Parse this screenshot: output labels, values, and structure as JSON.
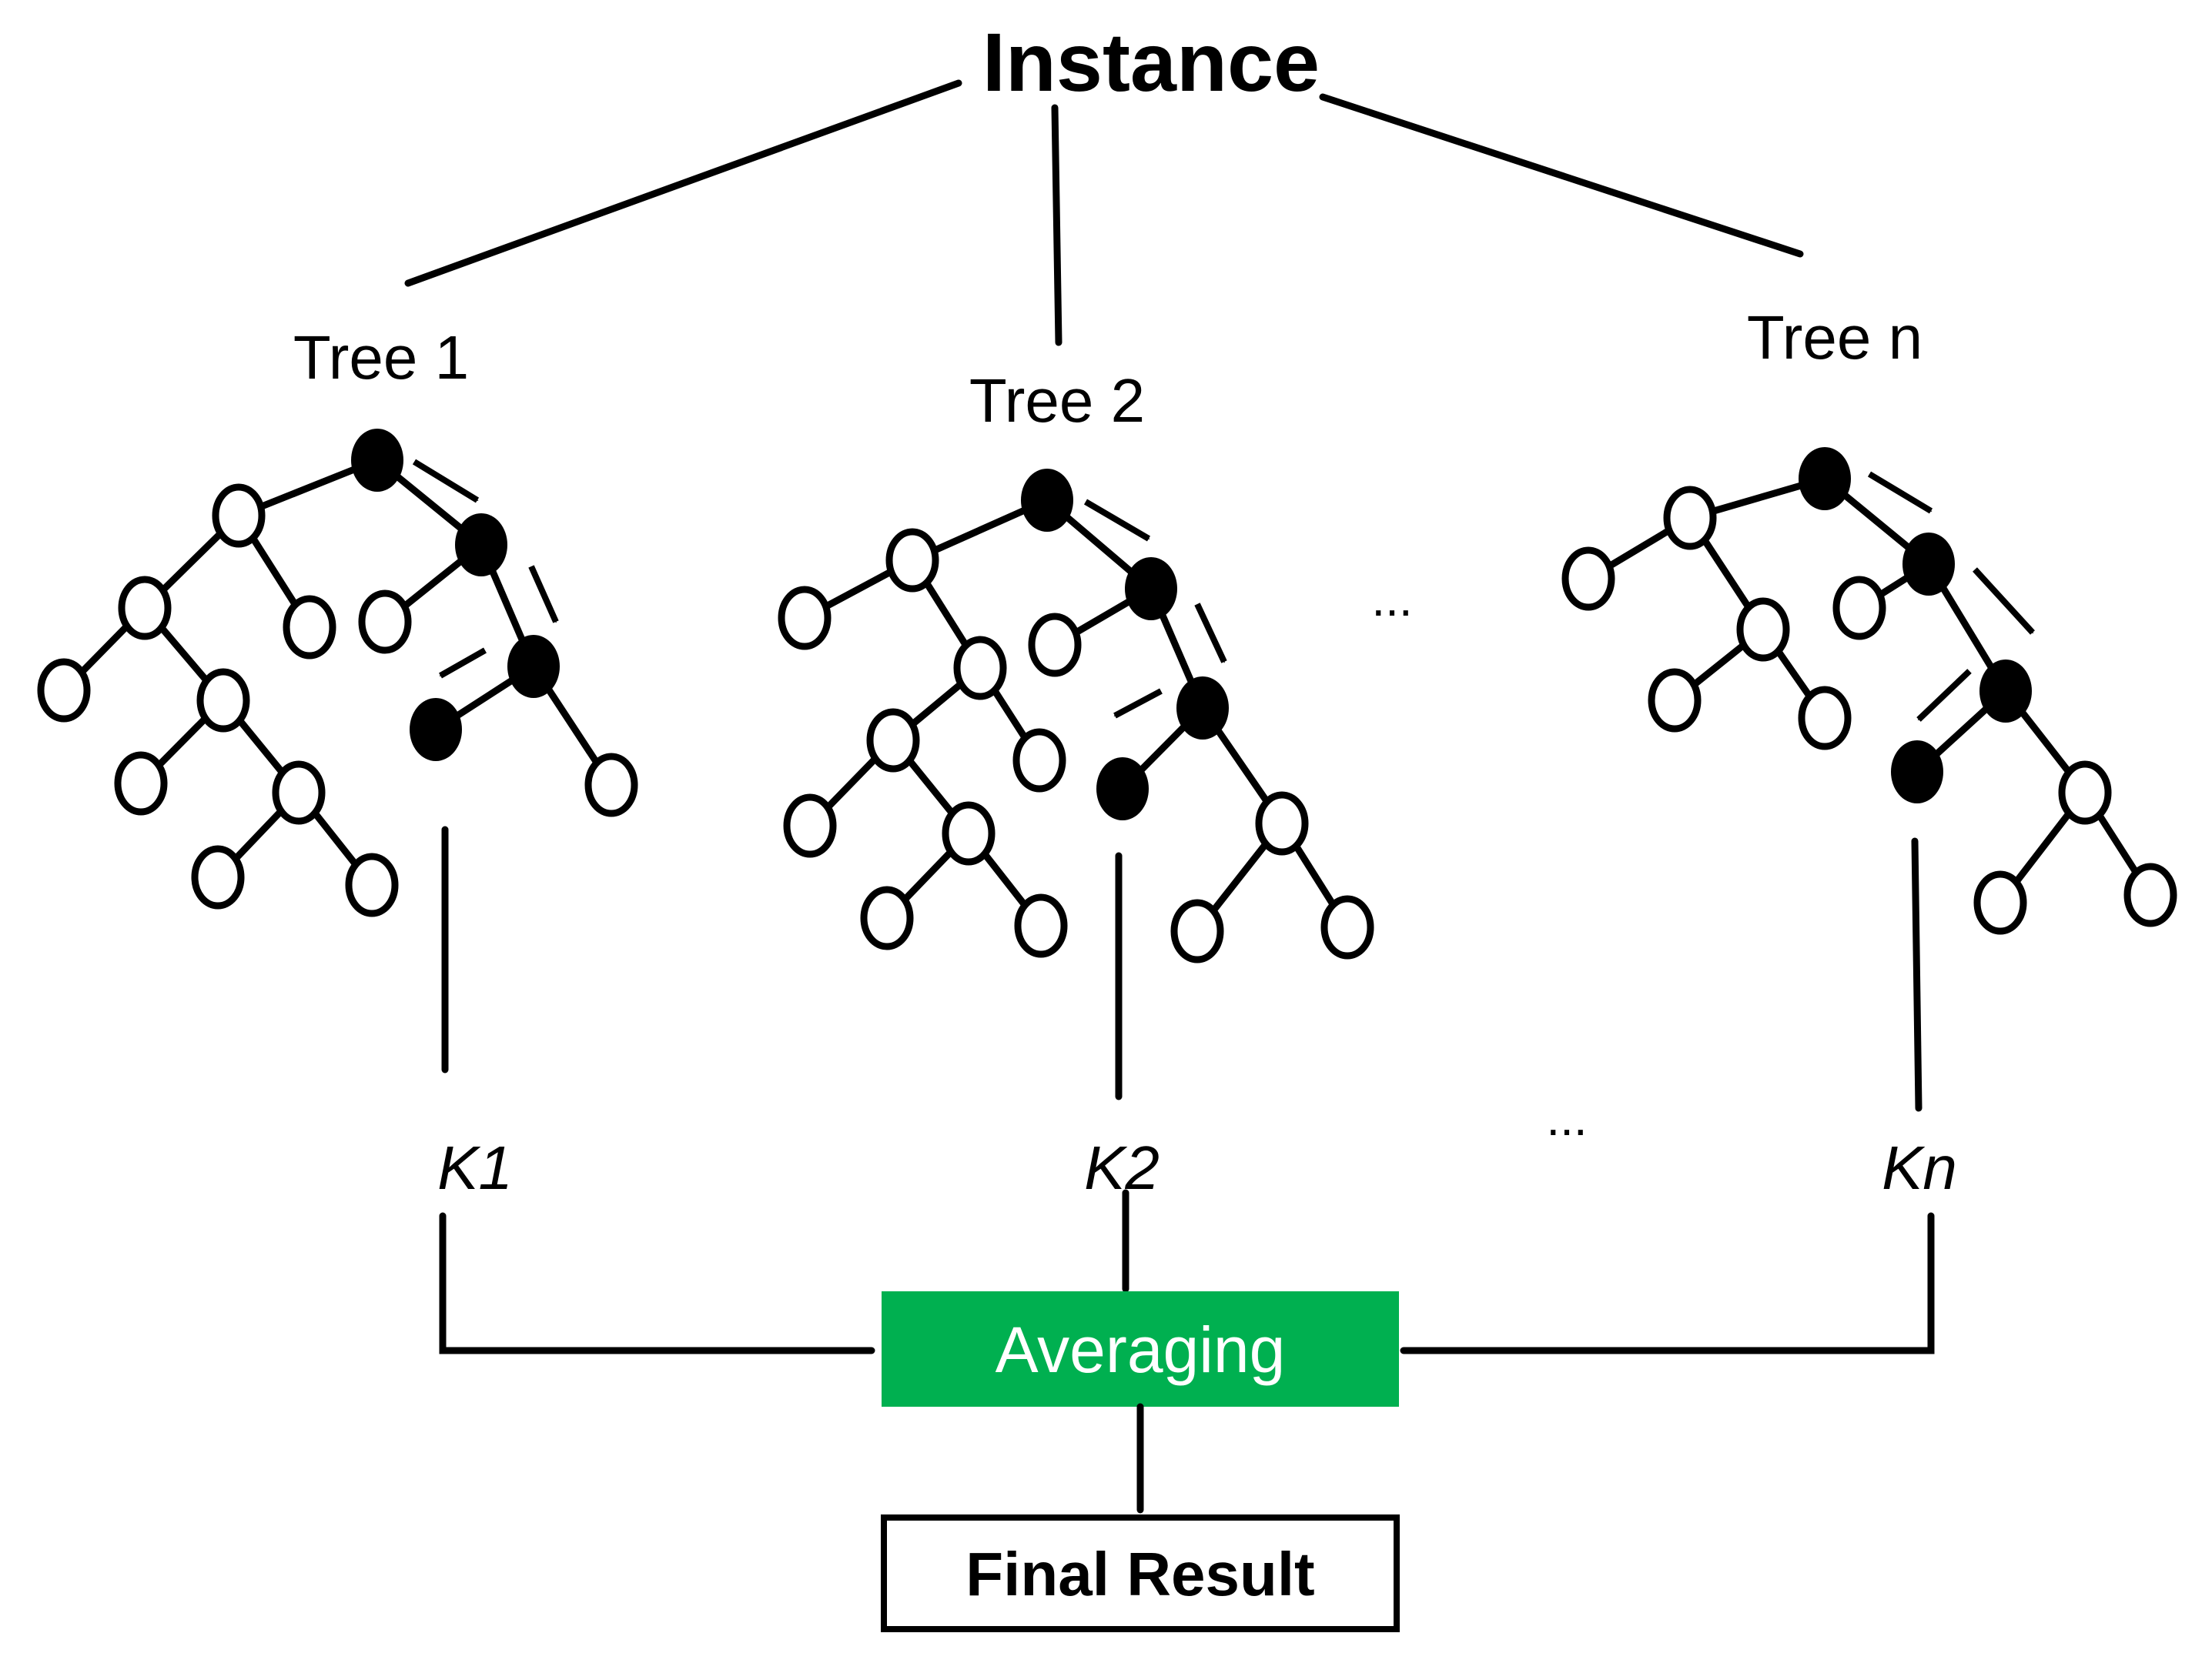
{
  "diagram": {
    "title": "Instance",
    "trees": [
      {
        "label": "Tree 1",
        "result": "K1"
      },
      {
        "label": "Tree 2",
        "result": "K2"
      },
      {
        "label": "Tree n",
        "result": "Kn"
      }
    ],
    "ellipsis_trees": "...",
    "ellipsis_results": "...",
    "averaging": "Averaging",
    "final_result": "Final Result",
    "colors": {
      "averaging_fill": "#00B050",
      "line": "#000000",
      "active_node": "#000000",
      "inactive_node": "#ffffff"
    }
  }
}
